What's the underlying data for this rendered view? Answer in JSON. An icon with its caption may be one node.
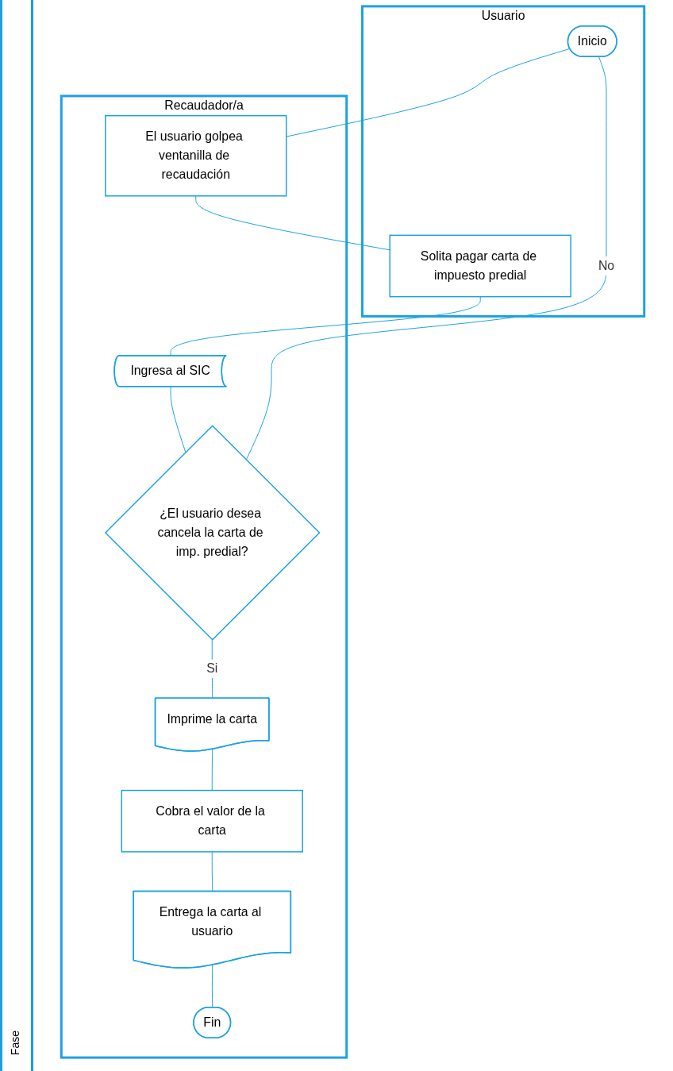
{
  "diagram": {
    "nodes": [
      {
        "text": [
          "Usuario"
        ]
      },
      {
        "text": [
          "Recaudador/a"
        ]
      },
      {
        "text": [
          "Inicio"
        ],
        "in": 0
      },
      {
        "text": [
          "El usuario golpea ventanilla de recaudación"
        ],
        "in": 1
      },
      {
        "text": [
          "Solita pagar carta de impuesto predial"
        ],
        "in": 0
      },
      {
        "text": [
          "Ingresa al SIC"
        ],
        "in": 1
      },
      {
        "text": [
          "¿El usuario desea cancela la carta de imp. predial?"
        ],
        "in": 1
      },
      {
        "text": [
          "Imprime la carta"
        ],
        "in": 1
      },
      {
        "text": [
          "Cobra el valor de la carta"
        ],
        "in": 1
      },
      {
        "text": [
          "Entrega la carta al usuario"
        ],
        "in": 1
      },
      {
        "text": [
          "Fin"
        ],
        "in": 1
      }
    ],
    "edges": [
      {
        "from": 2,
        "to": 3,
        "arrow": "none"
      },
      {
        "from": 3,
        "to": 4,
        "arrow": "none"
      },
      {
        "from": 4,
        "to": 5,
        "arrow": "none"
      },
      {
        "from": 5,
        "to": 6,
        "arrow": "none"
      },
      {
        "from": 6,
        "to": 2,
        "arrow": "none",
        "label": "No"
      },
      {
        "from": 6,
        "to": 7,
        "arrow": "none",
        "label": "Si"
      },
      {
        "from": 7,
        "to": 8,
        "arrow": "none"
      },
      {
        "from": 8,
        "to": 9,
        "arrow": "none"
      },
      {
        "from": 9,
        "to": 10,
        "arrow": "none"
      }
    ],
    "labels": [
      "Fase"
    ]
  }
}
